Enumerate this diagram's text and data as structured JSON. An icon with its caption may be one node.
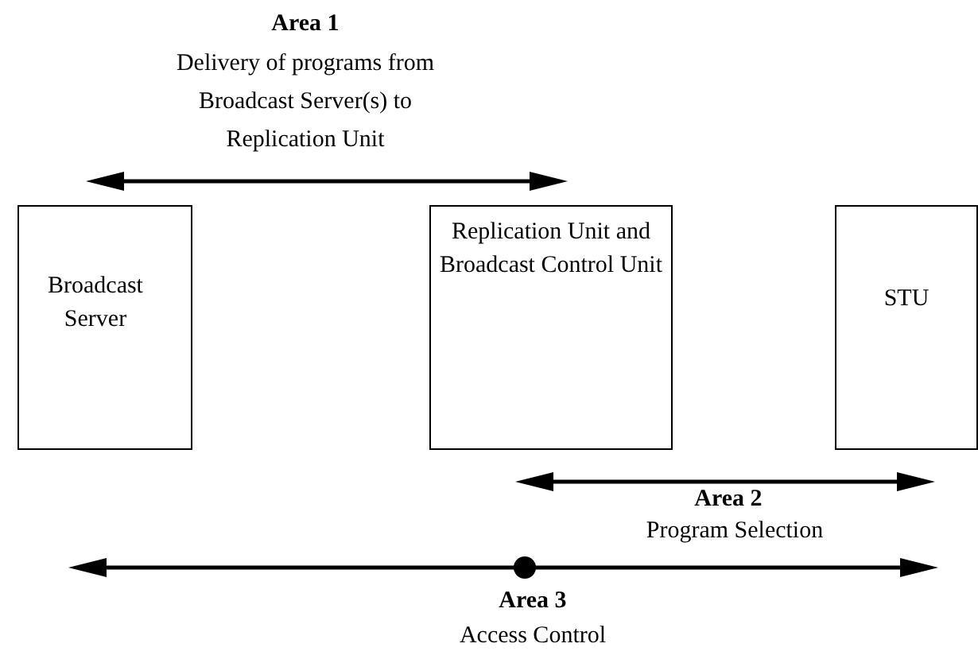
{
  "diagram": {
    "nodes": [
      {
        "text": [
          "Broadcast Server"
        ]
      },
      {
        "text": [
          "Replication Unit and Broadcast Control Unit"
        ]
      },
      {
        "text": [
          "STU"
        ]
      }
    ],
    "labels": [
      "Area 1",
      "Delivery of programs from Broadcast Server(s) to Replication Unit",
      "Area 2",
      "Program Selection",
      "Area 3",
      "Access Control"
    ]
  }
}
